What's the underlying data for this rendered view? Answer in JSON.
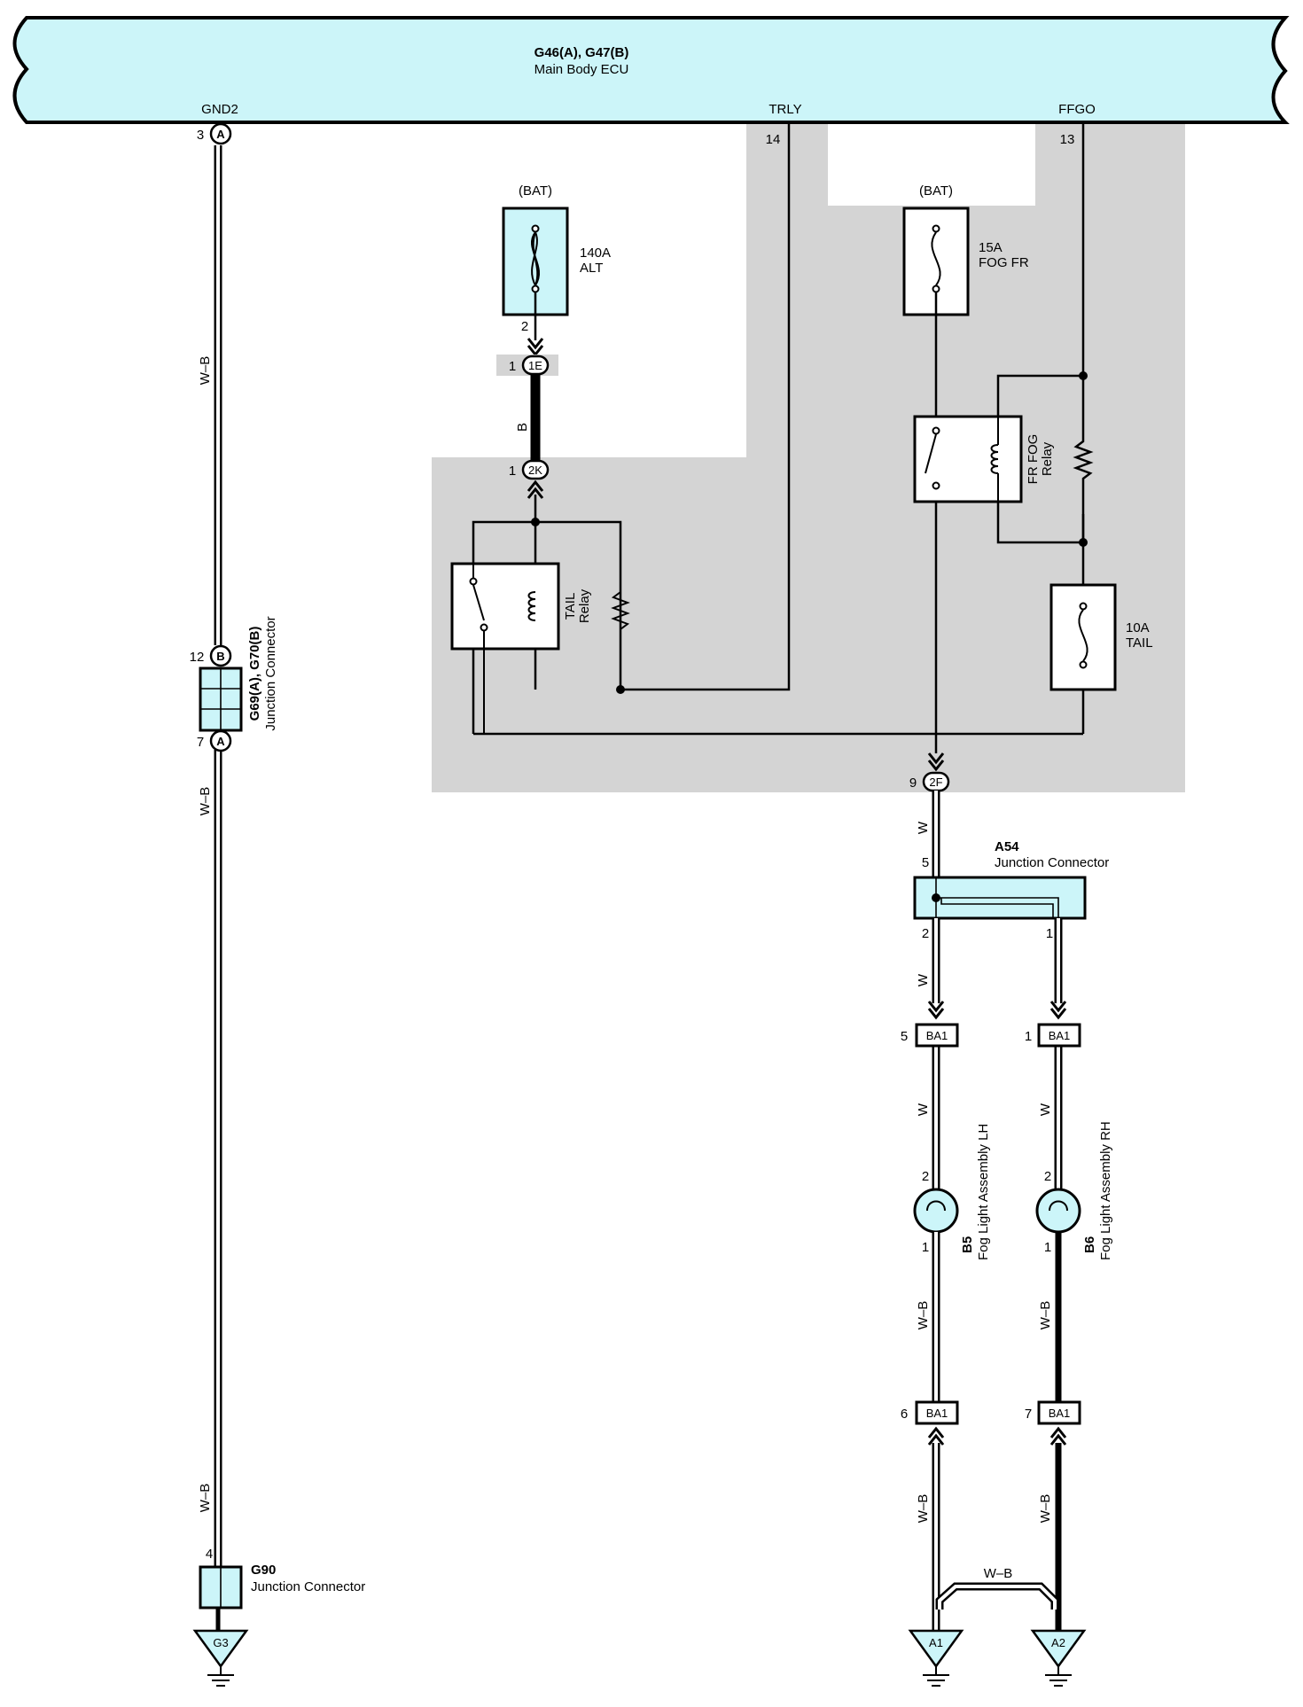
{
  "ecu": {
    "title": "G46(A), G47(B)",
    "subtitle": "Main Body ECU",
    "pin_gnd2": "GND2",
    "pin_trly": "TRLY",
    "pin_ffgo": "FFGO",
    "num_gnd2": "3",
    "num_trly": "14",
    "num_ffgo": "13",
    "conn_gnd2": "A"
  },
  "bat_labels": {
    "alt": "(BAT)",
    "fog": "(BAT)"
  },
  "fuses": {
    "alt": {
      "amp": "140A",
      "name": "ALT",
      "pin": "2"
    },
    "fog": {
      "amp": "15A",
      "name": "FOG FR"
    },
    "tail": {
      "amp": "10A",
      "name": "TAIL"
    }
  },
  "relays": {
    "tail": {
      "line1": "TAIL",
      "line2": "Relay"
    },
    "fog": {
      "line1": "FR FOG",
      "line2": "Relay"
    }
  },
  "connectors": {
    "c1e": {
      "label": "1E",
      "pin": "1"
    },
    "c2k": {
      "label": "2K",
      "pin": "1"
    },
    "c2f": {
      "label": "2F",
      "pin": "9"
    },
    "g69_top": {
      "label": "B",
      "pin": "12"
    },
    "g69_bot": {
      "label": "A",
      "pin": "7"
    },
    "ba1_5": {
      "label": "BA1",
      "pin": "5"
    },
    "ba1_1": {
      "label": "BA1",
      "pin": "1"
    },
    "ba1_6": {
      "label": "BA1",
      "pin": "6"
    },
    "ba1_7": {
      "label": "BA1",
      "pin": "7"
    }
  },
  "junctions": {
    "g69": {
      "name": "G69(A), G70(B)",
      "desc": "Junction Connector"
    },
    "a54": {
      "name": "A54",
      "desc": "Junction Connector",
      "pin_in": "5",
      "pin_l": "2",
      "pin_r": "1"
    },
    "g90": {
      "name": "G90",
      "desc": "Junction Connector",
      "pin": "4"
    }
  },
  "lamps": {
    "b5": {
      "code": "B5",
      "name": "Fog Light Assembly LH",
      "pin_top": "2",
      "pin_bot": "1"
    },
    "b6": {
      "code": "B6",
      "name": "Fog Light Assembly RH",
      "pin_top": "2",
      "pin_bot": "1"
    }
  },
  "grounds": {
    "g3": "G3",
    "a1": "A1",
    "a2": "A2"
  },
  "wire_colors": {
    "wb": "W–B",
    "b": "B",
    "w": "W"
  },
  "colors": {
    "ecu_fill": "#ccf5f9",
    "shade": "#d4d4d4"
  }
}
